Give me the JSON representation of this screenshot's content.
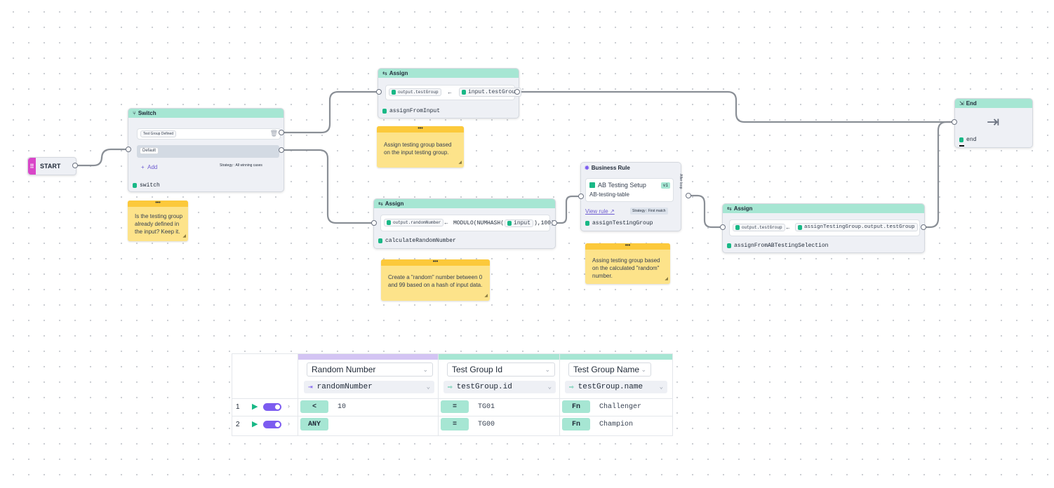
{
  "colors": {
    "accent": "#a6e6d3",
    "sticky": "#fde38a",
    "start": "#d946c8",
    "purple": "#7c5cf0"
  },
  "start": {
    "label": "START"
  },
  "switch": {
    "title": "Switch",
    "case1": "Test Group Defined",
    "case2": "Default",
    "add": "Add",
    "strategy": "Strategy : All winning cases",
    "footer": "switch"
  },
  "assign1": {
    "title": "Assign",
    "left": "output.testGroup",
    "right": "input.testGroup",
    "footer": "assignFromInput"
  },
  "assign2": {
    "title": "Assign",
    "left": "output.randomNumber",
    "expr_pre": "MODULO(NUMHASH(",
    "expr_var": "input",
    "expr_post": "),100)",
    "footer": "calculateRandomNumber"
  },
  "business": {
    "title": "Business Rule",
    "rule": "AB Testing Setup",
    "table": "AB-testing-table",
    "version": "v1",
    "view": "View rule",
    "strategy": "Strategy : First match",
    "footer": "assignTestingGroup",
    "side": "After loop"
  },
  "assign3": {
    "title": "Assign",
    "left": "output.testGroup",
    "right": "assignTestingGroup.output.testGroup",
    "footer": "assignFromABTestingSelection"
  },
  "end": {
    "title": "End",
    "footer": "end"
  },
  "notes": {
    "n1": {
      "line1": "Is the testing group",
      "line2": "already defined in",
      "line3": "the input? Keep it."
    },
    "n2": {
      "line1": "Assign testing group based",
      "line2": "on the input testing group."
    },
    "n3": {
      "line1": "Create a \"random\" number between 0",
      "line2": "and 99 based on a hash of input data."
    },
    "n4": {
      "line1": "Assing testing group based",
      "line2": "on the calculated \"random\"",
      "line3": "number."
    },
    "dots": "•••"
  },
  "table": {
    "columns": [
      {
        "label": "Random Number",
        "path": "randomNumber"
      },
      {
        "label": "Test Group Id",
        "path": "testGroup.id"
      },
      {
        "label": "Test Group Name",
        "path": "testGroup.name"
      }
    ],
    "rows": [
      {
        "num": "1",
        "op1": "<",
        "v1": "10",
        "op2": "=",
        "v2": "TG01",
        "op3": "Fn",
        "v3": "Challenger"
      },
      {
        "num": "2",
        "op1": "ANY",
        "v1": "",
        "op2": "=",
        "v2": "TG00",
        "op3": "Fn",
        "v3": "Champion"
      }
    ]
  }
}
